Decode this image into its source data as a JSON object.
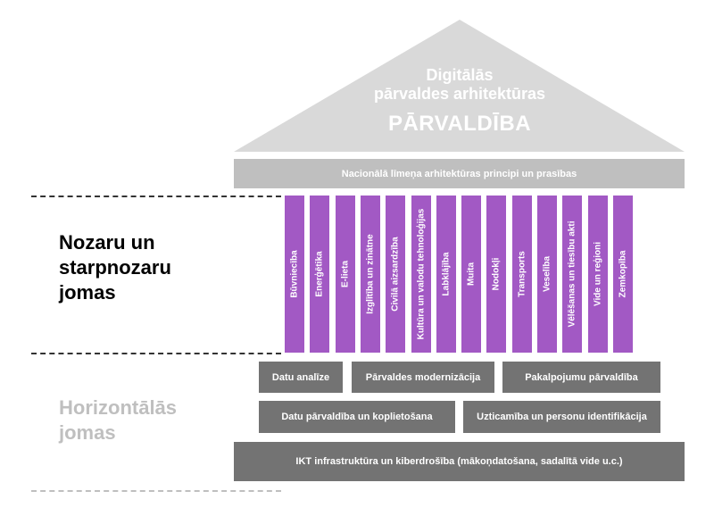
{
  "roof": {
    "line1": "Digitālās",
    "line2": "pārvaldes arhitektūras",
    "title": "PĀRVALDĪBA"
  },
  "principles": "Nacionālā līmeņa arhitektūras principi un prasības",
  "sections": {
    "sectoral": "Nozaru un starpnozaru jomas",
    "horizontal": "Horizontālās jomas"
  },
  "pillars": [
    "Būvniecība",
    "Enerģētika",
    "E-lieta",
    "Izglītība un zinātne",
    "Civilā aizsardzība",
    "Kultūra un valodu tehnoloģijas",
    "Labklājība",
    "Muita",
    "Nodokļi",
    "Transports",
    "Veselība",
    "Vēlēšanas un tiesību akti",
    "Vide un reģioni",
    "Zemkopība"
  ],
  "horizontal_rows": [
    [
      "Datu analīze",
      "Pārvaldes modernizācija",
      "Pakalpojumu pārvaldība"
    ],
    [
      "Datu pārvaldība un koplietošana",
      "Uzticamība un personu identifikācija"
    ],
    [
      "IKT infrastruktūra un kiberdrošība (mākoņdatošana, sadalītā vide u.c.)"
    ]
  ],
  "colors": {
    "roof": "#d9d9d9",
    "principles": "#bfbfbf",
    "pillar": "#a259c4",
    "box": "#737373",
    "horizontal_label": "#bfbfbf"
  }
}
